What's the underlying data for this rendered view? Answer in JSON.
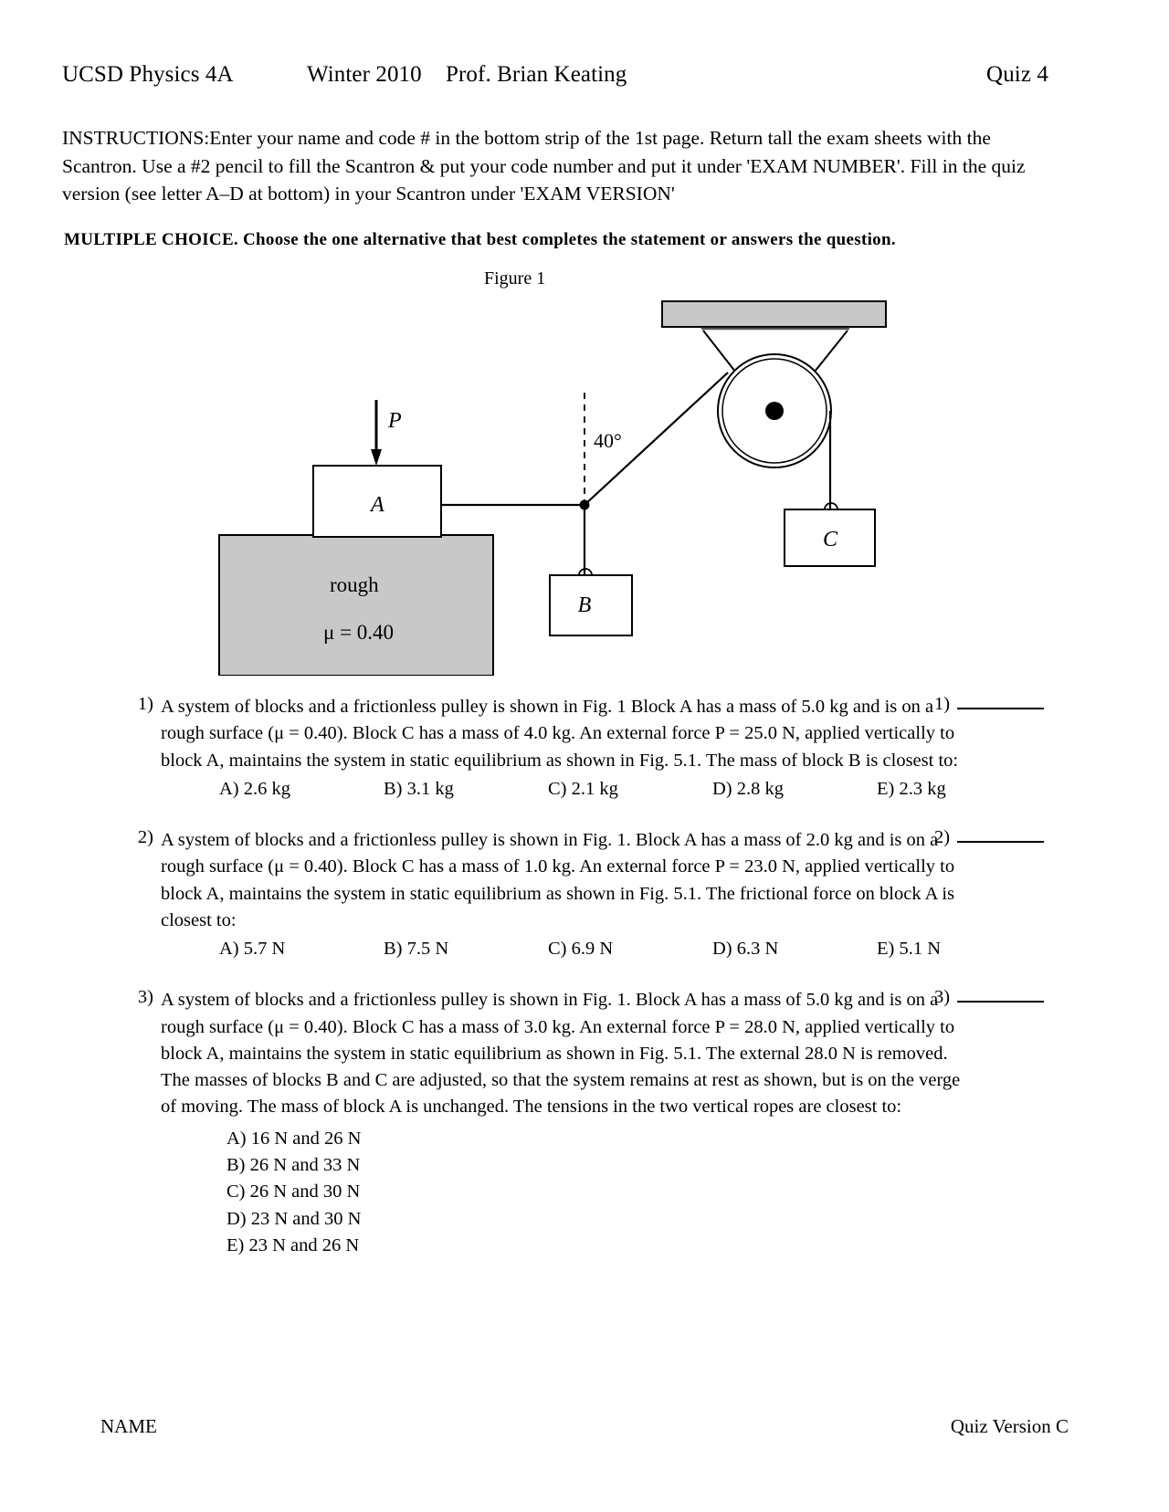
{
  "header": {
    "course": "UCSD Physics 4A",
    "term": "Winter 2010",
    "professor": "Prof. Brian Keating",
    "quiz": "Quiz 4"
  },
  "instructions": "INSTRUCTIONS:Enter your name and code # in the bottom strip of the 1st page. Return tall the exam sheets with the Scantron. Use a #2 pencil to fill the Scantron & put your code number and put it under 'EXAM NUMBER'. Fill in the quiz version (see letter A–D at bottom) in your Scantron under 'EXAM VERSION'",
  "multiple_choice_heading": "MULTIPLE CHOICE.  Choose the one alternative that best completes the statement or answers the question.",
  "figure": {
    "caption": "Figure 1",
    "angle_label": "40°",
    "force_label": "P",
    "block_a_label": "A",
    "block_b_label": "B",
    "block_c_label": "C",
    "surface_label": "rough",
    "friction_label": "μ = 0.40",
    "surface_fill": "#c8c8c8",
    "ceiling_fill": "#c8c8c8"
  },
  "questions": [
    {
      "number": "1)",
      "text": "A system of blocks and a frictionless pulley is shown in Fig. 1 Block A has a mass of 5.0 kg and is on a rough surface (μ = 0.40).  Block C has a mass of 4.0 kg. An external force P = 25.0 N, applied vertically to block A, maintains the system in static equilibrium as shown in Fig. 5.1. The mass of block B is closest to:",
      "layout": "row",
      "options": [
        "A) 2.6 kg",
        "B) 3.1 kg",
        "C) 2.1 kg",
        "D) 2.8 kg",
        "E) 2.3 kg"
      ]
    },
    {
      "number": "2)",
      "text": "A system of blocks and a frictionless pulley is shown in Fig. 1. Block A has a mass of 2.0 kg and is on a rough surface (μ = 0.40).  Block C has a mass of 1.0 kg. An external force P = 23.0 N, applied vertically to block A, maintains the system in static equilibrium as shown in Fig. 5.1. The frictional force on block A is closest to:",
      "layout": "row",
      "options": [
        "A) 5.7 N",
        "B) 7.5 N",
        "C) 6.9 N",
        "D) 6.3 N",
        "E) 5.1 N"
      ]
    },
    {
      "number": "3)",
      "text": "A system of blocks and a frictionless pulley is shown in Fig. 1. Block A has a mass of 5.0 kg and is on a rough surface (μ = 0.40).  Block C has a mass of 3.0 kg. An external force P = 28.0 N, applied vertically to block A, maintains the system in static equilibrium as shown in Fig. 5.1. The external 28.0 N is removed.  The masses of blocks B and C are adjusted, so that the system remains at rest as shown, but is on the verge of  moving.  The mass of block A is unchanged.  The tensions in the two vertical ropes are closest to:",
      "layout": "column",
      "options": [
        "A) 16 N and 26 N",
        "B) 26 N and 33 N",
        "C) 26 N and 30 N",
        "D) 23 N and 30 N",
        "E) 23 N and 26 N"
      ]
    }
  ],
  "footer": {
    "name_label": "NAME",
    "quiz_version": "Quiz Version C"
  }
}
